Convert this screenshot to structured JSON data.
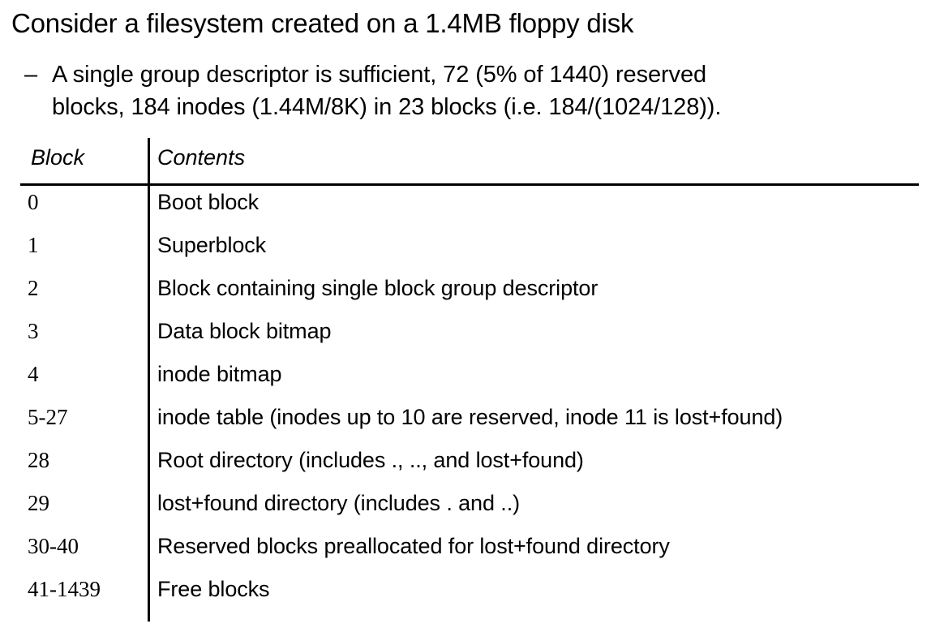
{
  "slide": {
    "title": "Consider a filesystem created on a 1.4MB floppy disk",
    "bullet": {
      "marker": "–",
      "line1": "A single group descriptor is sufficient, 72 (5% of 1440) reserved",
      "line2": "blocks, 184 inodes (1.44M/8K) in 23 blocks (i.e. 184/(1024/128))."
    },
    "table": {
      "headers": {
        "block": "Block",
        "contents": "Contents"
      },
      "rows": [
        {
          "block": "0",
          "contents": "Boot block"
        },
        {
          "block": "1",
          "contents": "Superblock"
        },
        {
          "block": "2",
          "contents": "Block containing single block group descriptor"
        },
        {
          "block": "3",
          "contents": "Data block bitmap"
        },
        {
          "block": "4",
          "contents": "inode bitmap"
        },
        {
          "block": "5-27",
          "contents": "inode table (inodes up to 10 are reserved, inode 11 is lost+found)"
        },
        {
          "block": "28",
          "contents": "Root directory (includes ., .., and lost+found)"
        },
        {
          "block": "29",
          "contents": "lost+found directory (includes . and ..)"
        },
        {
          "block": "30-40",
          "contents": "Reserved blocks preallocated for lost+found directory"
        },
        {
          "block": "41-1439",
          "contents": "Free blocks"
        }
      ]
    },
    "colors": {
      "background": "#ffffff",
      "text": "#000000",
      "rule": "#000000"
    }
  }
}
